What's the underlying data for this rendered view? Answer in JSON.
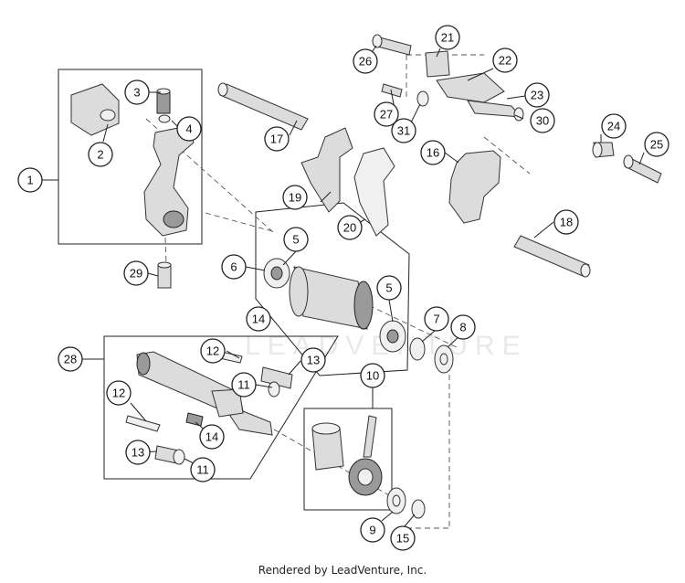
{
  "diagram": {
    "footer_text": "Rendered by LeadVenture, Inc.",
    "callouts": [
      "1",
      "2",
      "3",
      "4",
      "5",
      "5",
      "6",
      "7",
      "8",
      "9",
      "10",
      "11",
      "11",
      "12",
      "12",
      "13",
      "13",
      "14",
      "14",
      "15",
      "16",
      "17",
      "18",
      "19",
      "20",
      "21",
      "22",
      "23",
      "24",
      "25",
      "26",
      "27",
      "28",
      "29",
      "30",
      "31"
    ]
  }
}
